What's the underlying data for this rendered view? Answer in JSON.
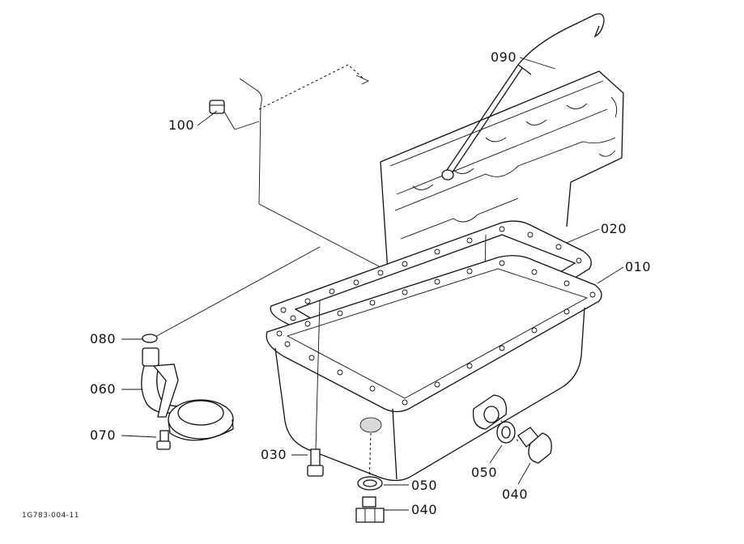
{
  "diagram": {
    "labels": {
      "p100": "100",
      "p090": "090",
      "p020": "020",
      "p010": "010",
      "p080": "080",
      "p060": "060",
      "p070": "070",
      "p030": "030",
      "p050a": "050",
      "p050b": "050",
      "p040a": "040",
      "p040b": "040"
    },
    "drawing_code": "1G783-004-11",
    "line_color": "#111111",
    "background": "#ffffff"
  }
}
